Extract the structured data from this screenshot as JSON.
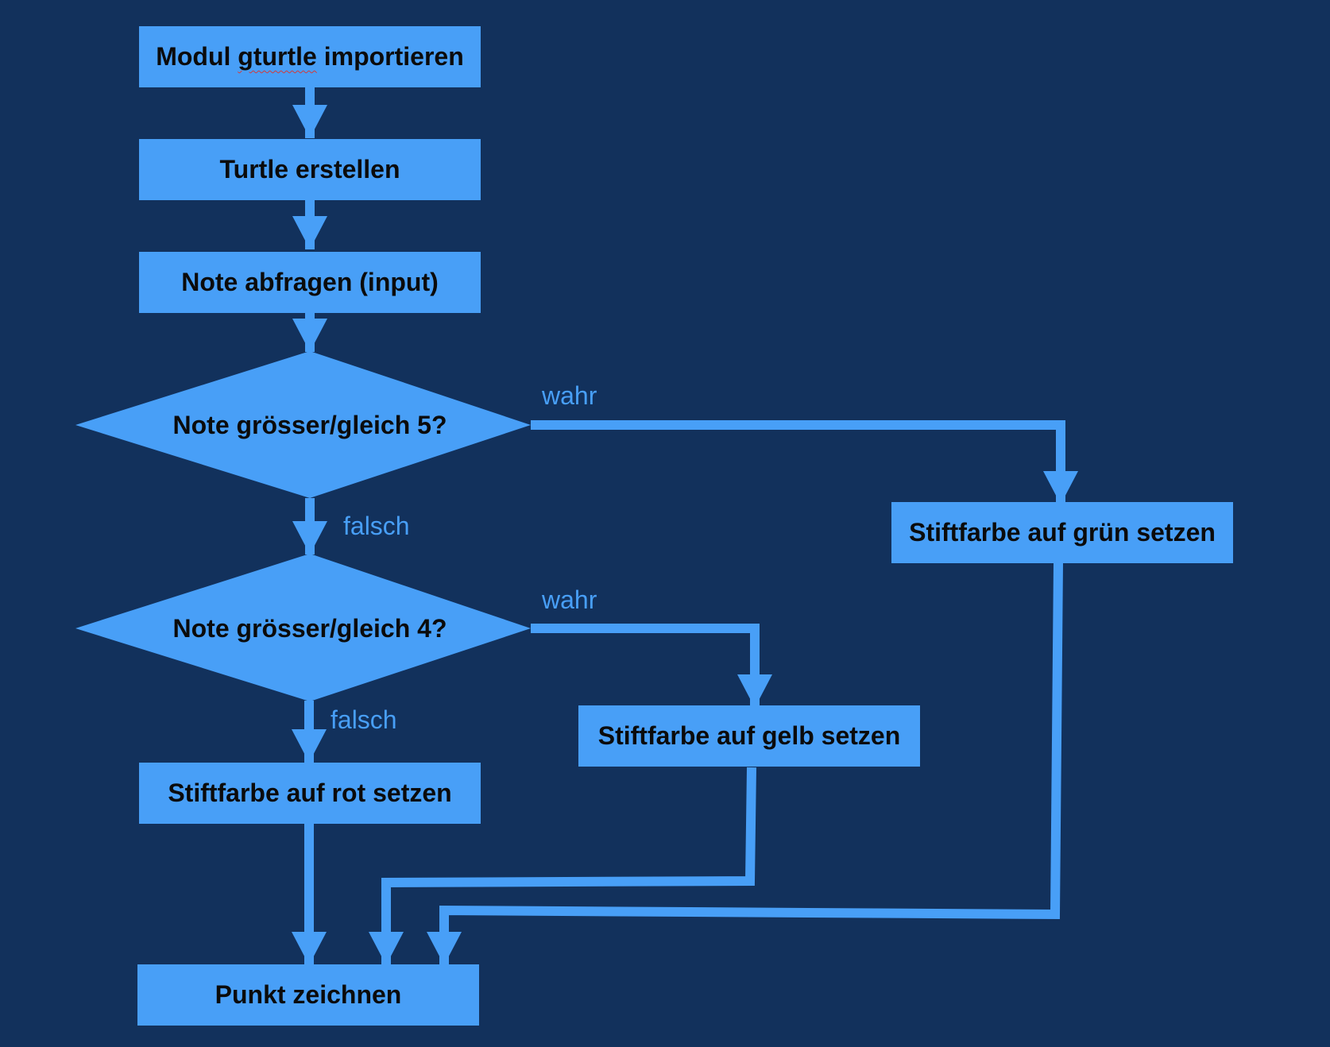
{
  "colors": {
    "background": "#12315c",
    "node": "#489ff7",
    "text": "#0b0b0b",
    "edge": "#489ff7"
  },
  "nodes": {
    "import": "Modul gturtle importieren",
    "create": "Turtle erstellen",
    "input": "Note abfragen (input)",
    "cond5": "Note grösser/gleich 5?",
    "cond4": "Note grösser/gleich 4?",
    "green": "Stiftfarbe auf grün setzen",
    "yellow": "Stiftfarbe auf gelb setzen",
    "red": "Stiftfarbe auf rot setzen",
    "dot": "Punkt zeichnen"
  },
  "edge_labels": {
    "cond5_true": "wahr",
    "cond5_false": "falsch",
    "cond4_true": "wahr",
    "cond4_false": "falsch"
  },
  "edges": [
    {
      "from": "import",
      "to": "create"
    },
    {
      "from": "create",
      "to": "input"
    },
    {
      "from": "input",
      "to": "cond5"
    },
    {
      "from": "cond5",
      "to": "green",
      "label": "wahr"
    },
    {
      "from": "cond5",
      "to": "cond4",
      "label": "falsch"
    },
    {
      "from": "cond4",
      "to": "yellow",
      "label": "wahr"
    },
    {
      "from": "cond4",
      "to": "red",
      "label": "falsch"
    },
    {
      "from": "red",
      "to": "dot"
    },
    {
      "from": "yellow",
      "to": "dot"
    },
    {
      "from": "green",
      "to": "dot"
    }
  ]
}
